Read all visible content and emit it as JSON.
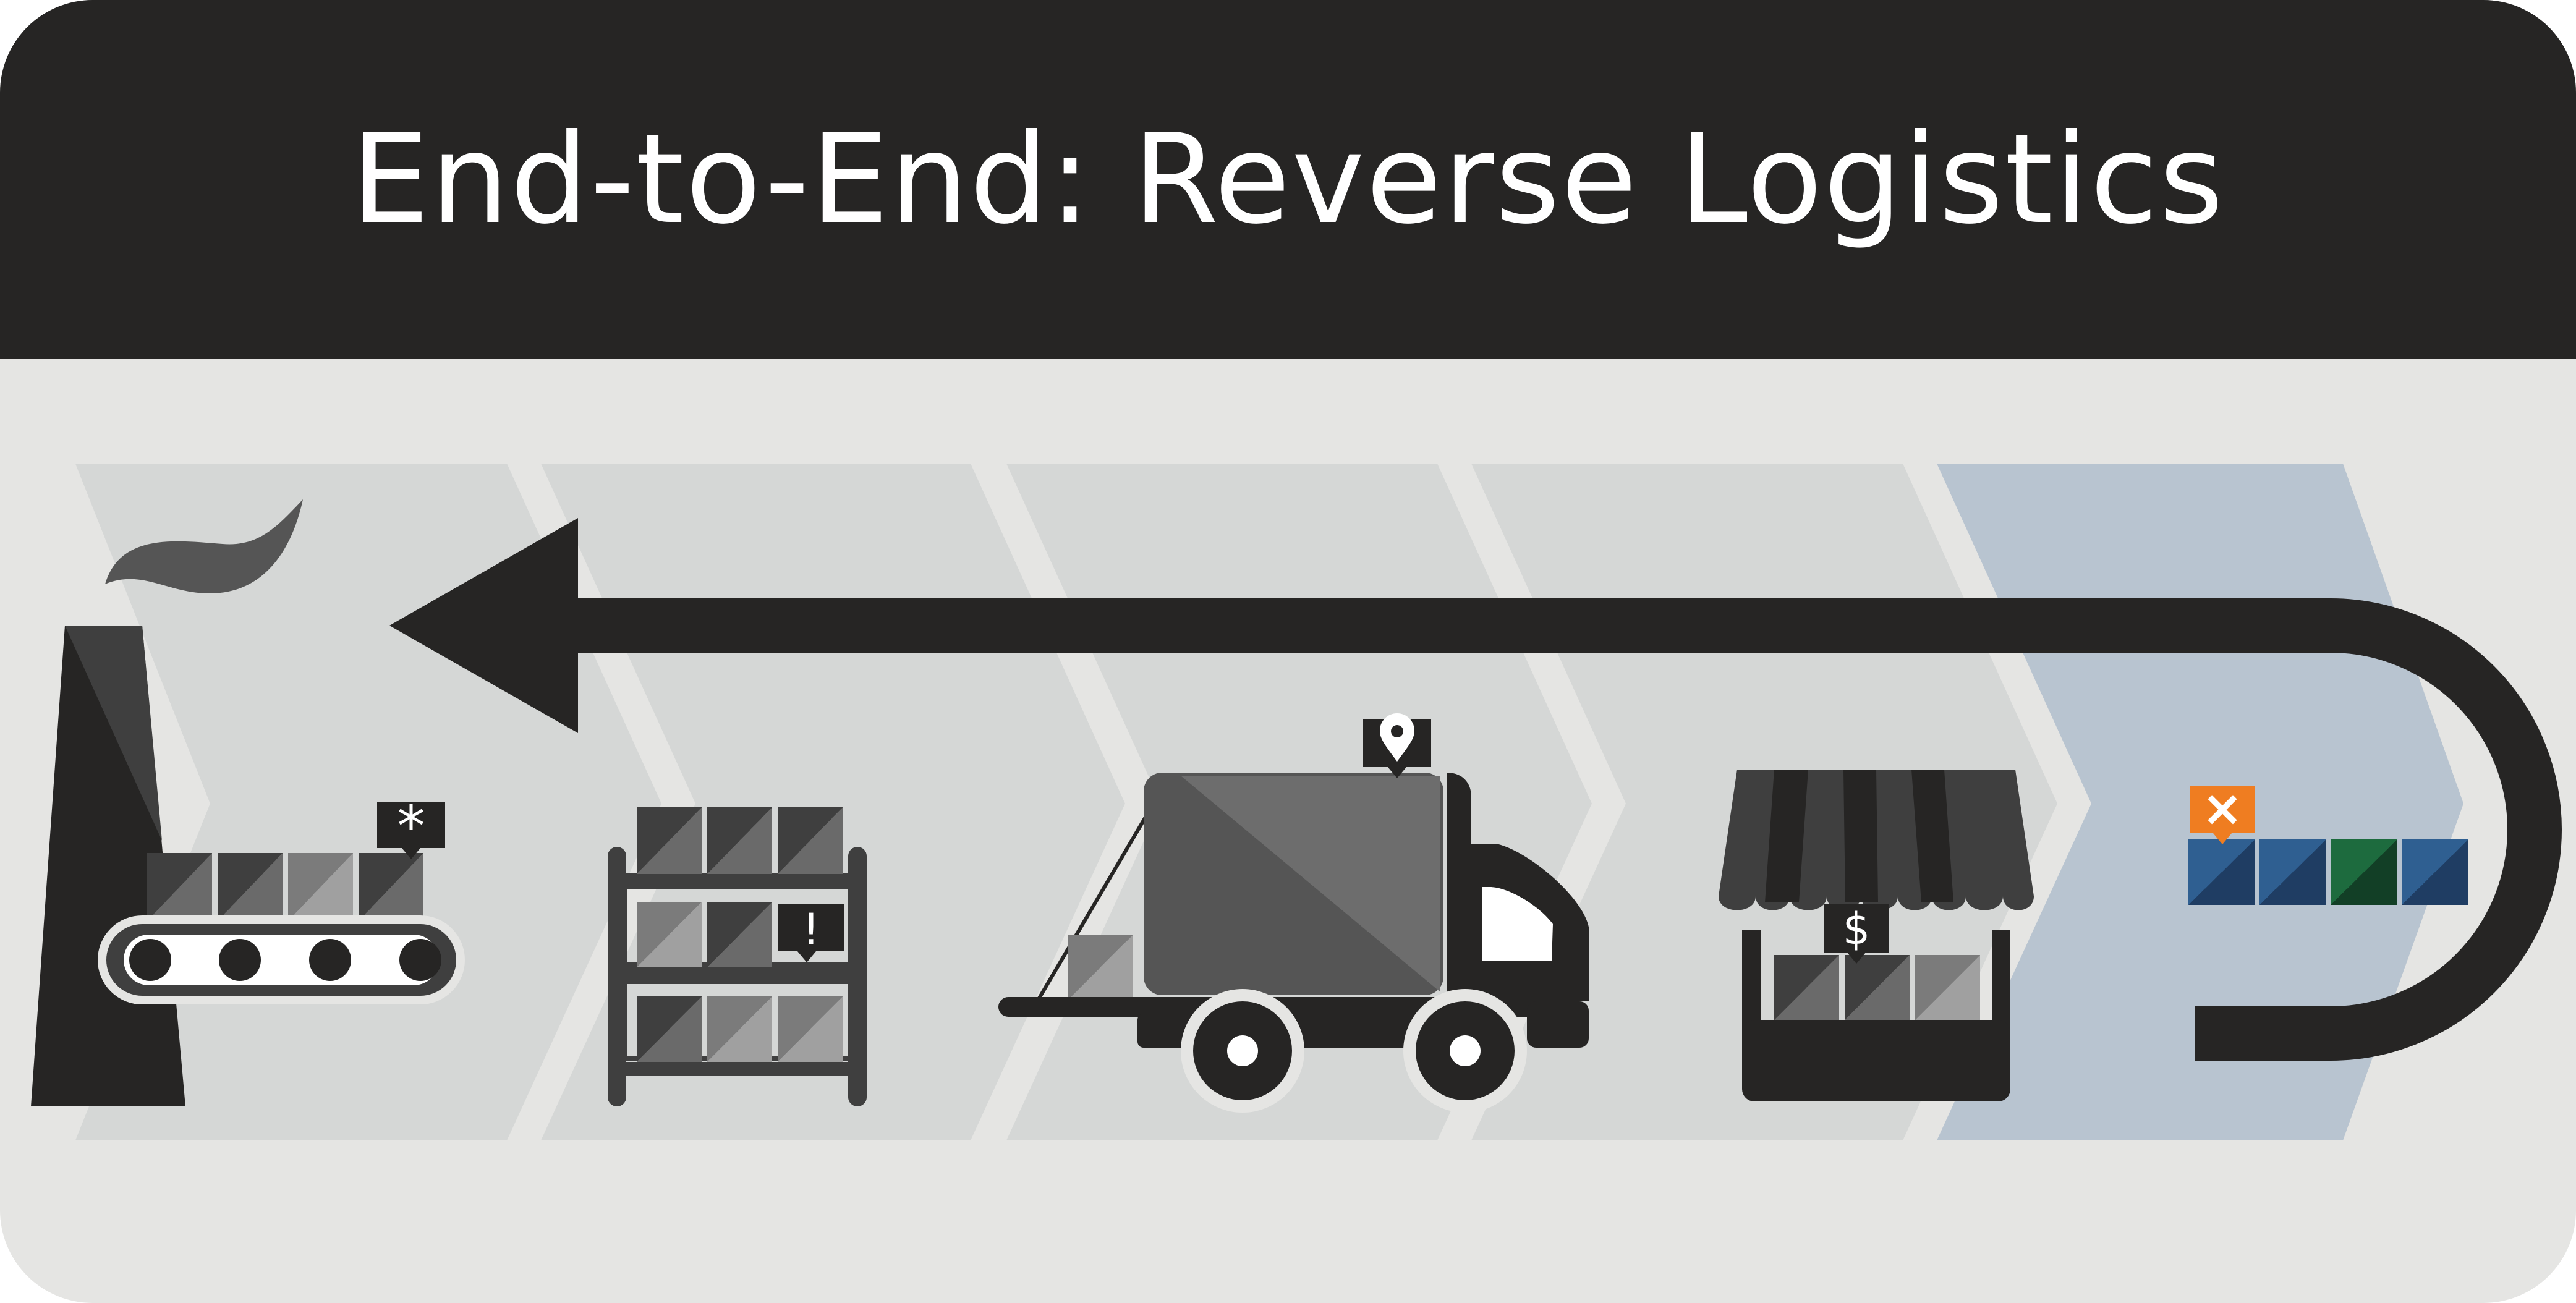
{
  "header": {
    "title": "End-to-End: Reverse Logistics"
  },
  "stages": [
    {
      "id": "factory",
      "icon": "factory-icon"
    },
    {
      "id": "warehouse",
      "icon": "warehouse-shelf-icon"
    },
    {
      "id": "transport",
      "icon": "delivery-truck-icon"
    },
    {
      "id": "retail",
      "icon": "storefront-icon"
    },
    {
      "id": "customer",
      "icon": "product-row-icon"
    }
  ],
  "badges": {
    "factory": "*",
    "warehouse": "!",
    "retail": "$",
    "customer": "×"
  },
  "colors": {
    "header": "#262524",
    "background": "#e5e5e3",
    "chevron": "#d5d7d6",
    "chevron_highlight": "#b8c4d0",
    "arrow": "#262524",
    "return_badge": "#ef7d21",
    "product_blue": "#2f5f91",
    "product_green": "#1d6b3e"
  }
}
